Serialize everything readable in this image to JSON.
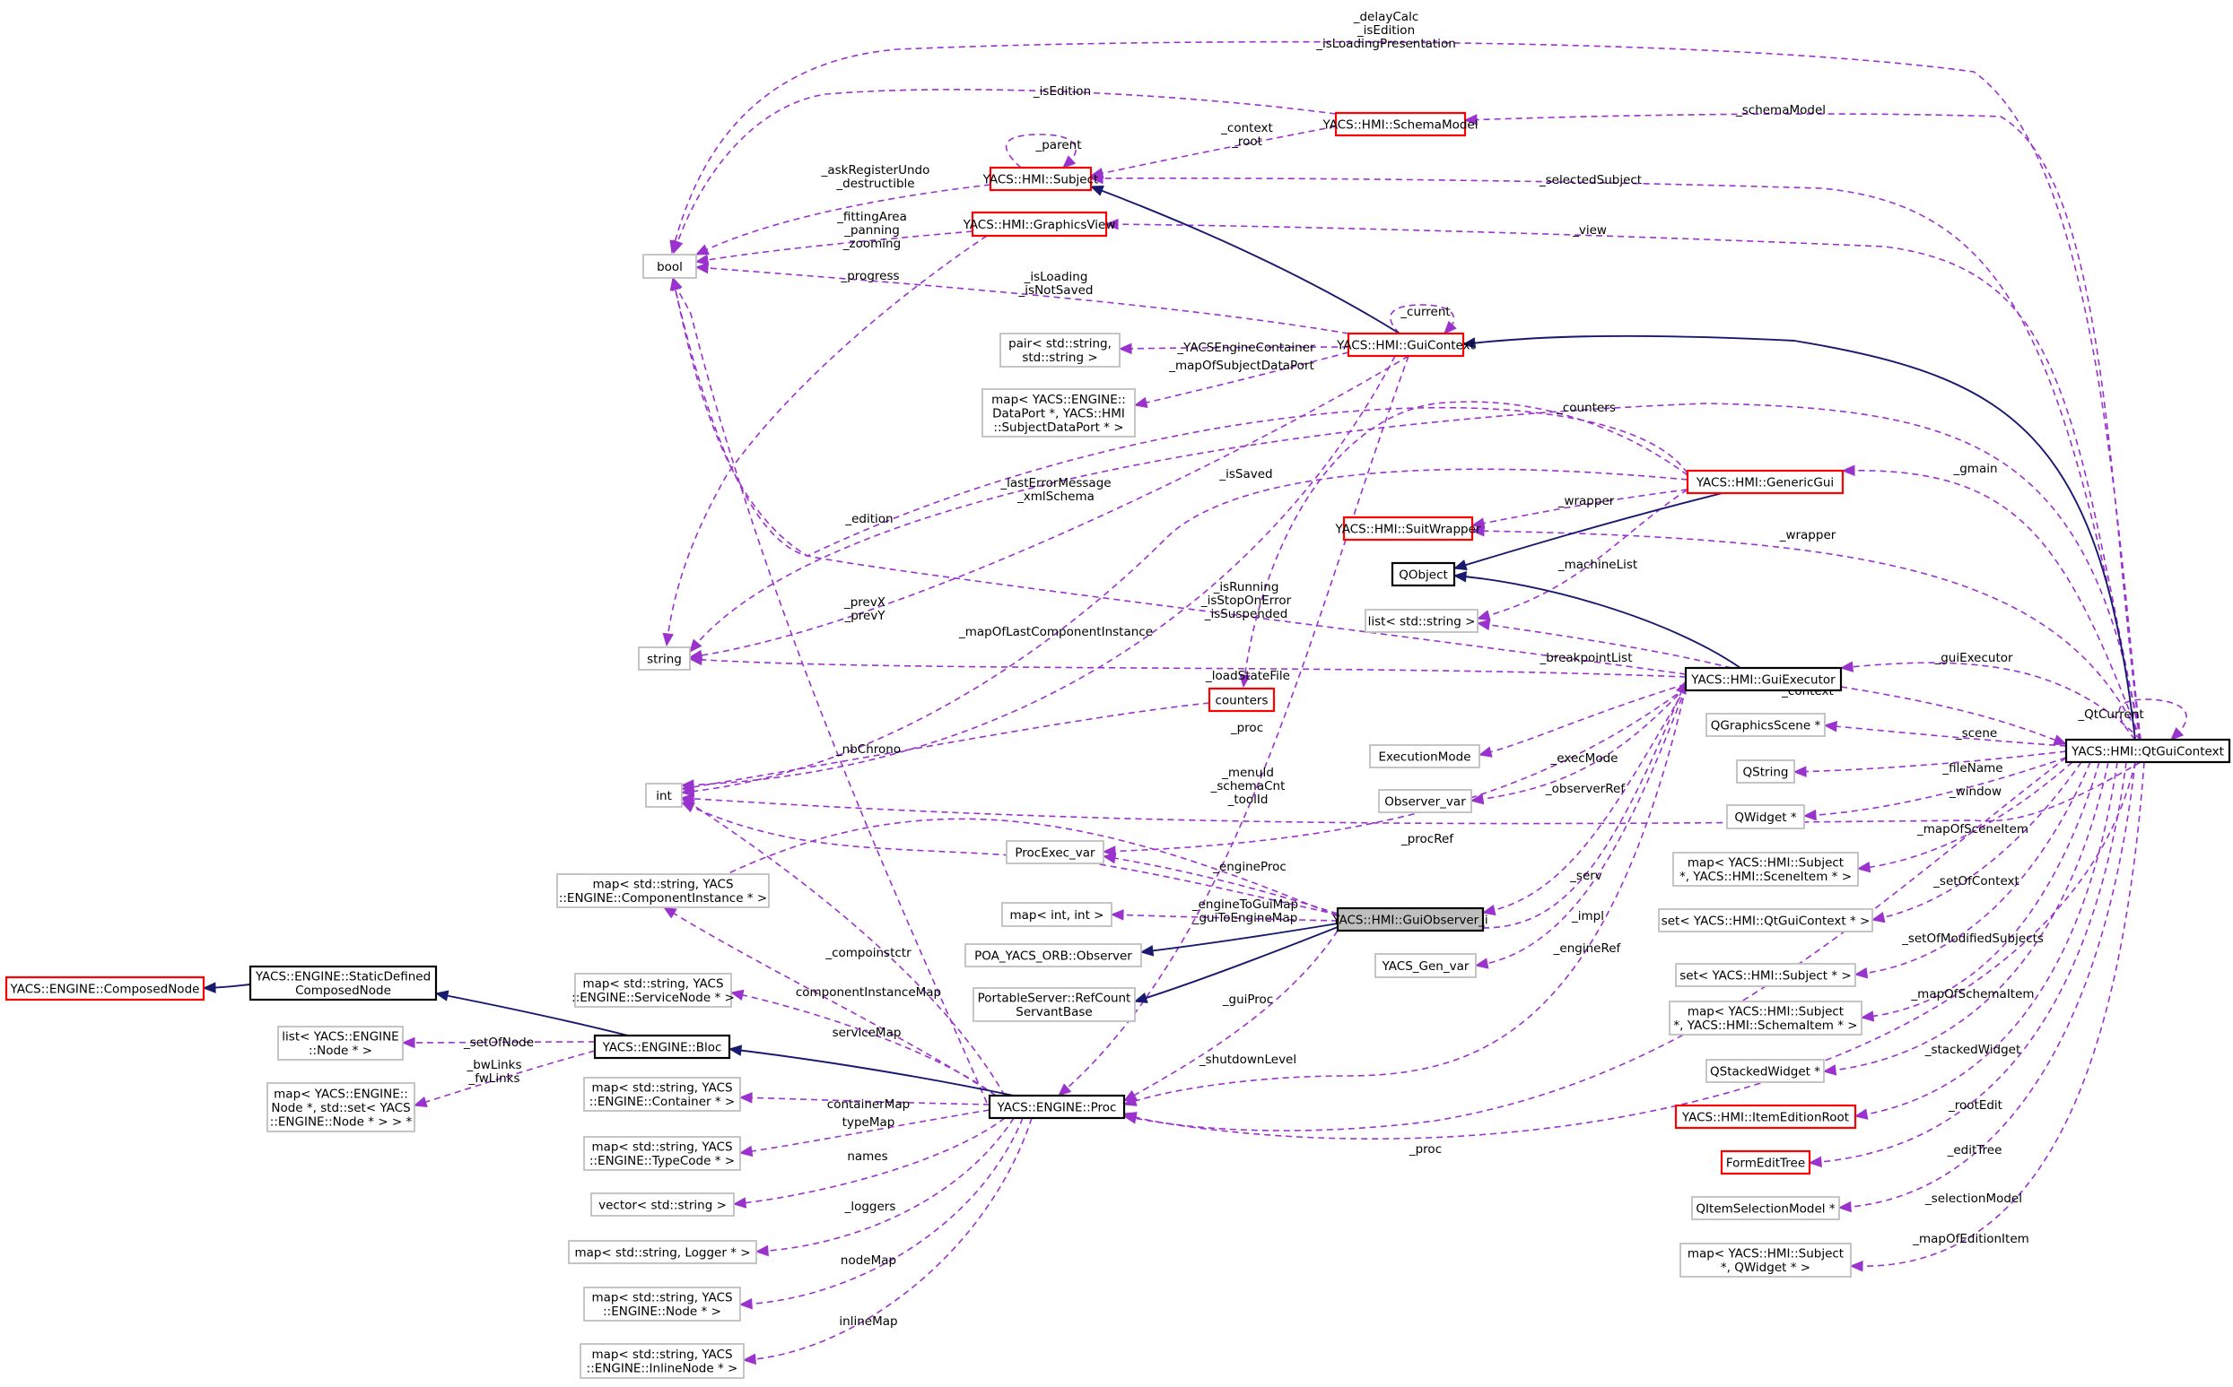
{
  "graph": {
    "nodes": [
      {
        "id": "bool",
        "lines": [
          "bool"
        ],
        "style": "gray"
      },
      {
        "id": "subject",
        "lines": [
          "YACS::HMI::Subject"
        ],
        "style": "red"
      },
      {
        "id": "schemaModel",
        "lines": [
          "YACS::HMI::SchemaModel"
        ],
        "style": "red"
      },
      {
        "id": "graphicsView",
        "lines": [
          "YACS::HMI::GraphicsView"
        ],
        "style": "red"
      },
      {
        "id": "guiContext",
        "lines": [
          "YACS::HMI::GuiContext"
        ],
        "style": "red"
      },
      {
        "id": "pairStr",
        "lines": [
          "pair< std::string,",
          "std::string >"
        ],
        "style": "gray"
      },
      {
        "id": "mapDataPort",
        "lines": [
          "map< YACS::ENGINE::",
          "DataPort *, YACS::HMI",
          "::SubjectDataPort * >"
        ],
        "style": "gray"
      },
      {
        "id": "genericGui",
        "lines": [
          "YACS::HMI::GenericGui"
        ],
        "style": "red"
      },
      {
        "id": "suitWrapper",
        "lines": [
          "YACS::HMI::SuitWrapper"
        ],
        "style": "red"
      },
      {
        "id": "qobject",
        "lines": [
          "QObject"
        ],
        "style": "black"
      },
      {
        "id": "listStr",
        "lines": [
          "list< std::string >"
        ],
        "style": "gray"
      },
      {
        "id": "string",
        "lines": [
          "string"
        ],
        "style": "gray"
      },
      {
        "id": "guiExecutor",
        "lines": [
          "YACS::HMI::GuiExecutor"
        ],
        "style": "black"
      },
      {
        "id": "counters",
        "lines": [
          "counters"
        ],
        "style": "red"
      },
      {
        "id": "int",
        "lines": [
          "int"
        ],
        "style": "gray"
      },
      {
        "id": "execMode",
        "lines": [
          "ExecutionMode"
        ],
        "style": "gray"
      },
      {
        "id": "observerVar",
        "lines": [
          "Observer_var"
        ],
        "style": "gray"
      },
      {
        "id": "procExecVar",
        "lines": [
          "ProcExec_var"
        ],
        "style": "gray"
      },
      {
        "id": "mapCompInst",
        "lines": [
          "map< std::string, YACS",
          "::ENGINE::ComponentInstance * >"
        ],
        "style": "gray"
      },
      {
        "id": "mapIntInt",
        "lines": [
          "map< int, int >"
        ],
        "style": "gray"
      },
      {
        "id": "guiObserver",
        "lines": [
          "YACS::HMI::GuiObserver_i"
        ],
        "style": "focus"
      },
      {
        "id": "poaObserver",
        "lines": [
          "POA_YACS_ORB::Observer"
        ],
        "style": "gray"
      },
      {
        "id": "refCount",
        "lines": [
          "PortableServer::RefCount",
          "ServantBase"
        ],
        "style": "gray"
      },
      {
        "id": "yacsGenVar",
        "lines": [
          "YACS_Gen_var"
        ],
        "style": "gray"
      },
      {
        "id": "composedNode",
        "lines": [
          "YACS::ENGINE::ComposedNode"
        ],
        "style": "red"
      },
      {
        "id": "staticDefined",
        "lines": [
          "YACS::ENGINE::StaticDefined",
          "ComposedNode"
        ],
        "style": "black"
      },
      {
        "id": "listNode",
        "lines": [
          "list< YACS::ENGINE",
          "::Node * >"
        ],
        "style": "gray"
      },
      {
        "id": "bloc",
        "lines": [
          "YACS::ENGINE::Bloc"
        ],
        "style": "black"
      },
      {
        "id": "mapNodeSet",
        "lines": [
          "map< YACS::ENGINE::",
          "Node *, std::set< YACS",
          "::ENGINE::Node * > > *"
        ],
        "style": "gray"
      },
      {
        "id": "mapServiceNode",
        "lines": [
          "map< std::string, YACS",
          "::ENGINE::ServiceNode * >"
        ],
        "style": "gray"
      },
      {
        "id": "mapContainer",
        "lines": [
          "map< std::string, YACS",
          "::ENGINE::Container * >"
        ],
        "style": "gray"
      },
      {
        "id": "proc",
        "lines": [
          "YACS::ENGINE::Proc"
        ],
        "style": "black"
      },
      {
        "id": "mapTypeCode",
        "lines": [
          "map< std::string, YACS",
          "::ENGINE::TypeCode * >"
        ],
        "style": "gray"
      },
      {
        "id": "vectorStr",
        "lines": [
          "vector< std::string >"
        ],
        "style": "gray"
      },
      {
        "id": "mapLogger",
        "lines": [
          "map< std::string, Logger * >"
        ],
        "style": "gray"
      },
      {
        "id": "mapNode",
        "lines": [
          "map< std::string, YACS",
          "::ENGINE::Node * >"
        ],
        "style": "gray"
      },
      {
        "id": "mapInlineNode",
        "lines": [
          "map< std::string, YACS",
          "::ENGINE::InlineNode * >"
        ],
        "style": "gray"
      },
      {
        "id": "qtGuiContext",
        "lines": [
          "YACS::HMI::QtGuiContext"
        ],
        "style": "black"
      },
      {
        "id": "qgraphicsScene",
        "lines": [
          "QGraphicsScene *"
        ],
        "style": "gray"
      },
      {
        "id": "qstring",
        "lines": [
          "QString"
        ],
        "style": "gray"
      },
      {
        "id": "qwidget",
        "lines": [
          "QWidget *"
        ],
        "style": "gray"
      },
      {
        "id": "mapSceneItem",
        "lines": [
          "map< YACS::HMI::Subject",
          "*, YACS::HMI::SceneItem * >"
        ],
        "style": "gray"
      },
      {
        "id": "setQtGuiContext",
        "lines": [
          "set< YACS::HMI::QtGuiContext * >"
        ],
        "style": "gray"
      },
      {
        "id": "setSubject",
        "lines": [
          "set< YACS::HMI::Subject * >"
        ],
        "style": "gray"
      },
      {
        "id": "mapSchemaItem",
        "lines": [
          "map< YACS::HMI::Subject",
          "*, YACS::HMI::SchemaItem * >"
        ],
        "style": "gray"
      },
      {
        "id": "qstackedWidget",
        "lines": [
          "QStackedWidget *"
        ],
        "style": "gray"
      },
      {
        "id": "itemEditionRoot",
        "lines": [
          "YACS::HMI::ItemEditionRoot"
        ],
        "style": "red"
      },
      {
        "id": "formEditTree",
        "lines": [
          "FormEditTree"
        ],
        "style": "red"
      },
      {
        "id": "qitemSelection",
        "lines": [
          "QItemSelectionModel *"
        ],
        "style": "gray"
      },
      {
        "id": "mapEditionItem",
        "lines": [
          "map< YACS::HMI::Subject",
          "*, QWidget * >"
        ],
        "style": "gray"
      }
    ],
    "labels": [
      {
        "id": "l_delayCalc",
        "lines": [
          "_delayCalc",
          "_isEdition",
          "_isLoadingPresentation"
        ]
      },
      {
        "id": "l_isEdition",
        "lines": [
          "_isEdition"
        ]
      },
      {
        "id": "l_schemaModel",
        "lines": [
          "_schemaModel"
        ]
      },
      {
        "id": "l_parent",
        "lines": [
          "_parent"
        ]
      },
      {
        "id": "l_contextRoot",
        "lines": [
          "_context",
          "_root"
        ]
      },
      {
        "id": "l_askRegister",
        "lines": [
          "_askRegisterUndo",
          "_destructible"
        ]
      },
      {
        "id": "l_selectedSubject",
        "lines": [
          "_selectedSubject"
        ]
      },
      {
        "id": "l_fitting",
        "lines": [
          "_fittingArea",
          "_panning",
          "_zooming"
        ]
      },
      {
        "id": "l_view",
        "lines": [
          "_view"
        ]
      },
      {
        "id": "l_progress",
        "lines": [
          "_progress"
        ]
      },
      {
        "id": "l_isLoading",
        "lines": [
          "_isLoading",
          "_isNotSaved"
        ]
      },
      {
        "id": "l_current",
        "lines": [
          "_current"
        ]
      },
      {
        "id": "l_yacsEngineContainer",
        "lines": [
          "_YACSEngineContainer"
        ]
      },
      {
        "id": "l_mapSubjectDataPort",
        "lines": [
          "_mapOfSubjectDataPort"
        ]
      },
      {
        "id": "l_counters",
        "lines": [
          "_counters"
        ]
      },
      {
        "id": "l_gmain",
        "lines": [
          "_gmain"
        ]
      },
      {
        "id": "l_lastError",
        "lines": [
          "_lastErrorMessage",
          "_xmlSchema"
        ]
      },
      {
        "id": "l_isSaved",
        "lines": [
          "_isSaved"
        ]
      },
      {
        "id": "l_wrapper1",
        "lines": [
          "_wrapper"
        ]
      },
      {
        "id": "l_edition",
        "lines": [
          "_edition"
        ]
      },
      {
        "id": "l_machineList",
        "lines": [
          "_machineList"
        ]
      },
      {
        "id": "l_wrapper2",
        "lines": [
          "_wrapper"
        ]
      },
      {
        "id": "l_prevXY",
        "lines": [
          "_prevX",
          "_prevY"
        ]
      },
      {
        "id": "l_isRunning",
        "lines": [
          "_isRunning",
          "_isStopOnError",
          "_isSuspended"
        ]
      },
      {
        "id": "l_mapLastComp",
        "lines": [
          "_mapOfLastComponentInstance"
        ]
      },
      {
        "id": "l_breakpointList",
        "lines": [
          "_breakpointList"
        ]
      },
      {
        "id": "l_guiExecutor",
        "lines": [
          "_guiExecutor"
        ]
      },
      {
        "id": "l_loadStateFile",
        "lines": [
          "_loadStateFile"
        ]
      },
      {
        "id": "l_qtCurrent",
        "lines": [
          "_QtCurrent"
        ]
      },
      {
        "id": "l_context",
        "lines": [
          "_context"
        ]
      },
      {
        "id": "l_proc1",
        "lines": [
          "_proc"
        ]
      },
      {
        "id": "l_scene",
        "lines": [
          "_scene"
        ]
      },
      {
        "id": "l_execMode",
        "lines": [
          "_execMode"
        ]
      },
      {
        "id": "l_nbChrono",
        "lines": [
          "_nbChrono"
        ]
      },
      {
        "id": "l_fileName",
        "lines": [
          "_fileName"
        ]
      },
      {
        "id": "l_menuId",
        "lines": [
          "_menuId",
          "_schemaCnt",
          "_toolId"
        ]
      },
      {
        "id": "l_observerRef",
        "lines": [
          "_observerRef"
        ]
      },
      {
        "id": "l_window",
        "lines": [
          "_window"
        ]
      },
      {
        "id": "l_procRef",
        "lines": [
          "_procRef"
        ]
      },
      {
        "id": "l_mapSceneItem",
        "lines": [
          "_mapOfSceneItem"
        ]
      },
      {
        "id": "l_engineProc",
        "lines": [
          "_engineProc"
        ]
      },
      {
        "id": "l_serv",
        "lines": [
          "_serv"
        ]
      },
      {
        "id": "l_setOfContext",
        "lines": [
          "_setOfContext"
        ]
      },
      {
        "id": "l_engineToGui",
        "lines": [
          "_engineToGuiMap",
          "_guiToEngineMap"
        ]
      },
      {
        "id": "l_impl",
        "lines": [
          "_impl"
        ]
      },
      {
        "id": "l_setModified",
        "lines": [
          "_setOfModifiedSubjects"
        ]
      },
      {
        "id": "l_compoinstctr",
        "lines": [
          "_compoinstctr"
        ]
      },
      {
        "id": "l_engineRef",
        "lines": [
          "_engineRef"
        ]
      },
      {
        "id": "l_componentInstanceMap",
        "lines": [
          "componentInstanceMap"
        ]
      },
      {
        "id": "l_mapSchemaItem",
        "lines": [
          "_mapOfSchemaItem"
        ]
      },
      {
        "id": "l_guiProc",
        "lines": [
          "_guiProc"
        ]
      },
      {
        "id": "l_setOfNode",
        "lines": [
          "_setOfNode"
        ]
      },
      {
        "id": "l_serviceMap",
        "lines": [
          "serviceMap"
        ]
      },
      {
        "id": "l_bwLinks",
        "lines": [
          "_bwLinks",
          "_fwLinks"
        ]
      },
      {
        "id": "l_stackedWidget",
        "lines": [
          "_stackedWidget"
        ]
      },
      {
        "id": "l_shutdownLevel",
        "lines": [
          "_shutdownLevel"
        ]
      },
      {
        "id": "l_containerMap",
        "lines": [
          "containerMap"
        ]
      },
      {
        "id": "l_typeMap",
        "lines": [
          "typeMap"
        ]
      },
      {
        "id": "l_rootEdit",
        "lines": [
          "_rootEdit"
        ]
      },
      {
        "id": "l_proc2",
        "lines": [
          "_proc"
        ]
      },
      {
        "id": "l_names",
        "lines": [
          "names"
        ]
      },
      {
        "id": "l_editTree",
        "lines": [
          "_editTree"
        ]
      },
      {
        "id": "l_loggers",
        "lines": [
          "_loggers"
        ]
      },
      {
        "id": "l_selectionModel",
        "lines": [
          "_selectionModel"
        ]
      },
      {
        "id": "l_nodeMap",
        "lines": [
          "nodeMap"
        ]
      },
      {
        "id": "l_mapEditionItem",
        "lines": [
          "_mapOfEditionItem"
        ]
      },
      {
        "id": "l_inlineMap",
        "lines": [
          "inlineMap"
        ]
      }
    ]
  },
  "colors": {
    "inheritance": "#191970",
    "usage": "#9a32cd",
    "undocumented_border": "#ff0000",
    "documented_border": "#000000",
    "external_border": "#bfbfbf",
    "focus_fill": "#bfbfbf"
  }
}
